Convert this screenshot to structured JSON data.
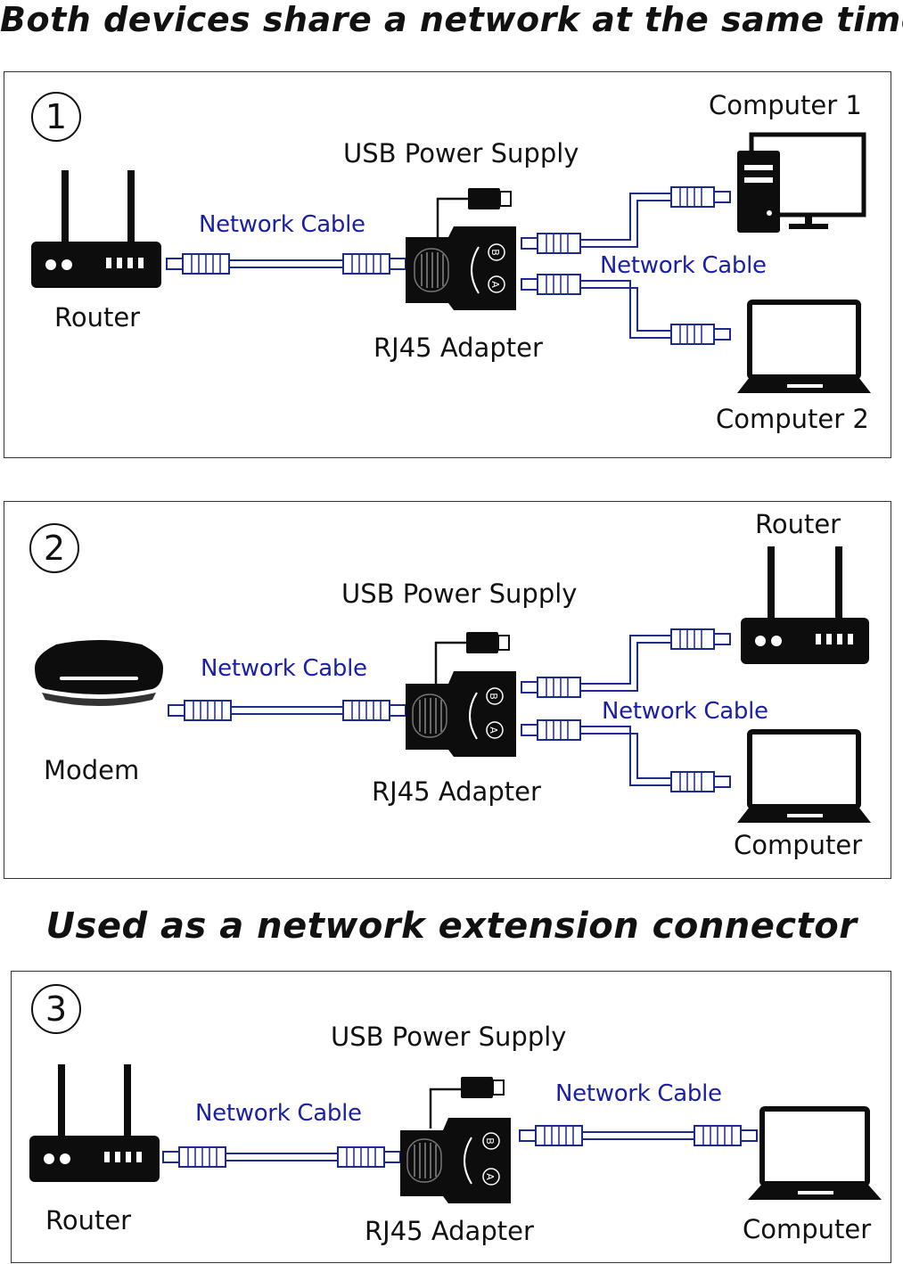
{
  "headlines": {
    "top": "Both devices share a network at the same time",
    "middle": "Used as a network extension connector"
  },
  "panels": [
    {
      "number": "1",
      "usb_label": "USB Power Supply",
      "adapter_label": "RJ45 Adapter",
      "left_device": "Router",
      "left_cable": "Network Cable",
      "right_cable": "Network Cable",
      "out_top": "Computer 1",
      "out_bottom": "Computer 2"
    },
    {
      "number": "2",
      "usb_label": "USB Power Supply",
      "adapter_label": "RJ45 Adapter",
      "left_device": "Modem",
      "left_cable": "Network Cable",
      "right_cable": "Network Cable",
      "out_top": "Router",
      "out_bottom": "Computer"
    },
    {
      "number": "3",
      "usb_label": "USB Power Supply",
      "adapter_label": "RJ45 Adapter",
      "left_device": "Router",
      "left_cable": "Network Cable",
      "right_cable": "Network Cable",
      "out_single": "Computer"
    }
  ],
  "adapter_ports": {
    "b": "B",
    "a": "A"
  },
  "colors": {
    "cable_label": "#1a1fa8",
    "device": "#0d0d0d",
    "cable_stroke": "#1c2a8c"
  },
  "icons": {
    "router": "router-icon",
    "modem": "modem-icon",
    "desktop": "desktop-computer-icon",
    "laptop": "laptop-icon",
    "adapter": "rj45-splitter-adapter-icon",
    "usb": "usb-plug-icon"
  }
}
